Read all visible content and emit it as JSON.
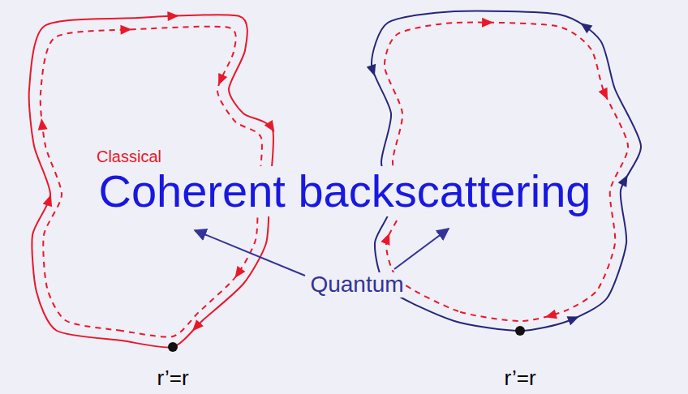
{
  "diagram": {
    "labels": [
      "Classical",
      "Coherent backscattering",
      "Quantum",
      "r’=r",
      "r’=r"
    ]
  }
}
